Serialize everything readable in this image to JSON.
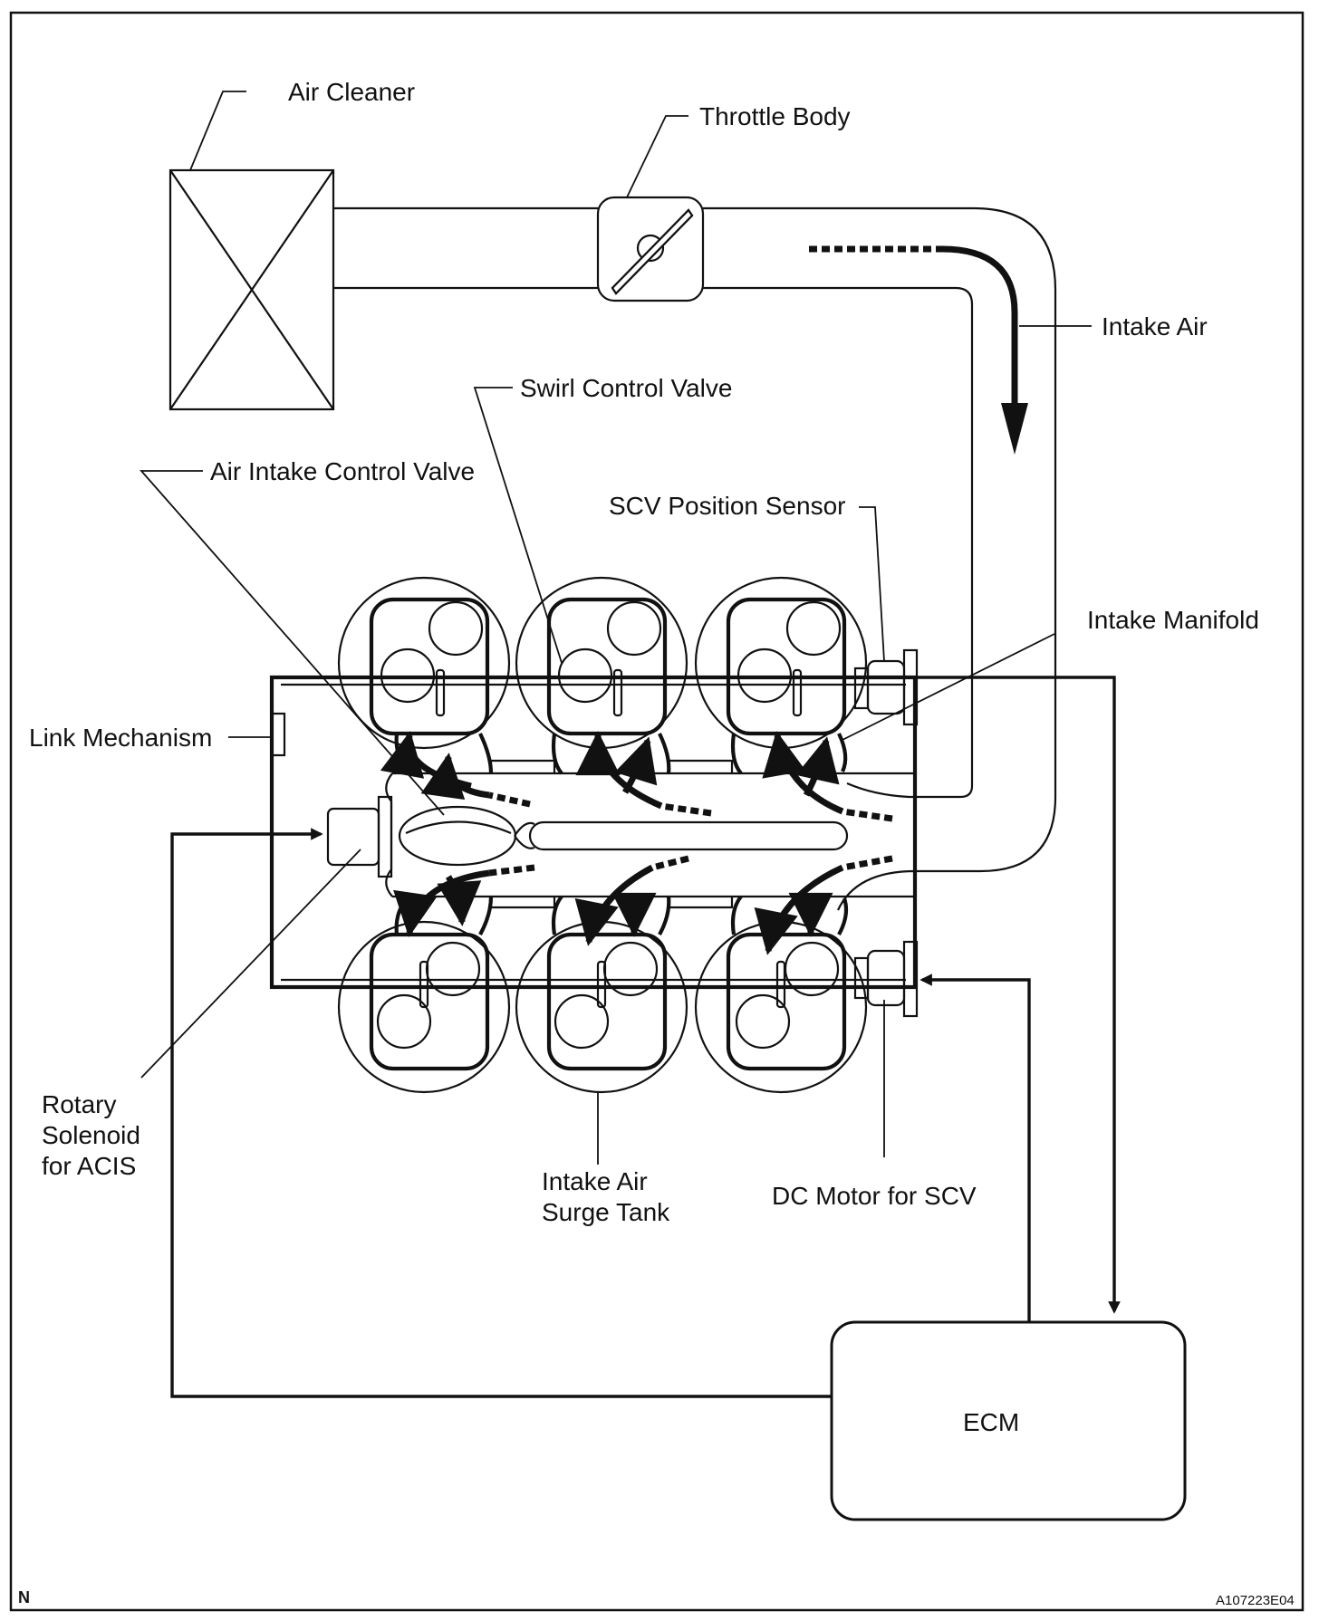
{
  "labels": {
    "air_cleaner": "Air Cleaner",
    "throttle_body": "Throttle Body",
    "intake_air": "Intake Air",
    "swirl_control_valve": "Swirl Control Valve",
    "air_intake_control_valve": "Air Intake Control Valve",
    "scv_position_sensor": "SCV Position Sensor",
    "intake_manifold": "Intake Manifold",
    "link_mechanism": "Link Mechanism",
    "rotary_solenoid": [
      "Rotary",
      "Solenoid",
      "for ACIS"
    ],
    "surge_tank": [
      "Intake Air",
      "Surge Tank"
    ],
    "dc_motor": "DC Motor for SCV",
    "ecm": "ECM"
  },
  "corner": {
    "left": "N",
    "right": "A107223E04"
  }
}
